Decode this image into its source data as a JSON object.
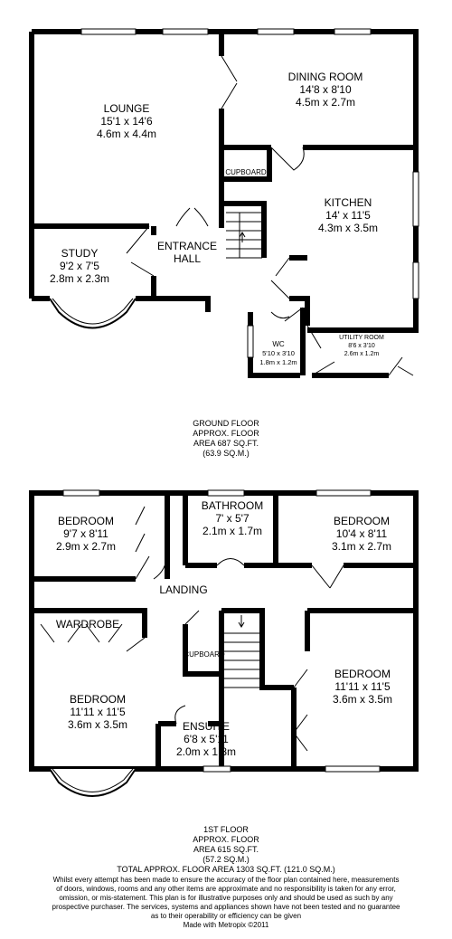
{
  "ground_floor": {
    "rooms": {
      "lounge": {
        "name": "LOUNGE",
        "imperial": "15'1 x 14'6",
        "metric": "4.6m x 4.4m"
      },
      "dining": {
        "name": "DINING ROOM",
        "imperial": "14'8 x 8'10",
        "metric": "4.5m x 2.7m"
      },
      "kitchen": {
        "name": "KITCHEN",
        "imperial": "14' x 11'5",
        "metric": "4.3m x 3.5m"
      },
      "study": {
        "name": "STUDY",
        "imperial": "9'2 x 7'5",
        "metric": "2.8m x 2.3m"
      },
      "entrance_hall_1": "ENTRANCE",
      "entrance_hall_2": "HALL",
      "cupboard": "CUPBOARD",
      "wc": {
        "name": "WC",
        "imperial": "5'10 x 3'10",
        "metric": "1.8m x 1.2m"
      },
      "utility": {
        "name": "UTILITY ROOM",
        "imperial": "8'6 x 3'10",
        "metric": "2.6m x 1.2m"
      }
    },
    "caption": {
      "line1": "GROUND FLOOR",
      "line2": "APPROX. FLOOR",
      "line3": "AREA 687 SQ.FT.",
      "line4": "(63.9 SQ.M.)"
    }
  },
  "first_floor": {
    "rooms": {
      "bedroom_a": {
        "name": "BEDROOM",
        "imperial": "9'7 x 8'11",
        "metric": "2.9m x 2.7m"
      },
      "bathroom": {
        "name": "BATHROOM",
        "imperial": "7' x 5'7",
        "metric": "2.1m x 1.7m"
      },
      "bedroom_b": {
        "name": "BEDROOM",
        "imperial": "10'4 x 8'11",
        "metric": "3.1m x 2.7m"
      },
      "landing": "LANDING",
      "wardrobe": "WARDROBE",
      "cupboard": "CUPBOARD",
      "bedroom_c": {
        "name": "BEDROOM",
        "imperial": "11'11 x 11'5",
        "metric": "3.6m x 3.5m"
      },
      "bedroom_d": {
        "name": "BEDROOM",
        "imperial": "11'11 x 11'5",
        "metric": "3.6m x 3.5m"
      },
      "ensuite": {
        "name": "ENSUITE",
        "imperial": "6'8 x 5'11",
        "metric": "2.0m x 1.8m"
      }
    },
    "caption": {
      "line1": "1ST FLOOR",
      "line2": "APPROX. FLOOR",
      "line3": "AREA 615 SQ.FT.",
      "line4": "(57.2 SQ.M.)"
    }
  },
  "total": "TOTAL APPROX. FLOOR AREA 1303 SQ.FT. (121.0 SQ.M.)",
  "disclaimer": [
    "Whilst every attempt has been made to ensure the accuracy of the floor plan contained here, measurements",
    "of doors, windows, rooms and any other items are approximate and no responsibility is taken for any error,",
    "omission, or mis-statement. This plan is for illustrative purposes only and should be used as such by any",
    "prospective purchaser. The services, systems and appliances shown have not been tested and no guarantee",
    "as to their operability or efficiency can be given",
    "Made with Metropix ©2011"
  ],
  "colors": {
    "wall": "#000000",
    "background": "#ffffff",
    "window": "#ffffff"
  }
}
